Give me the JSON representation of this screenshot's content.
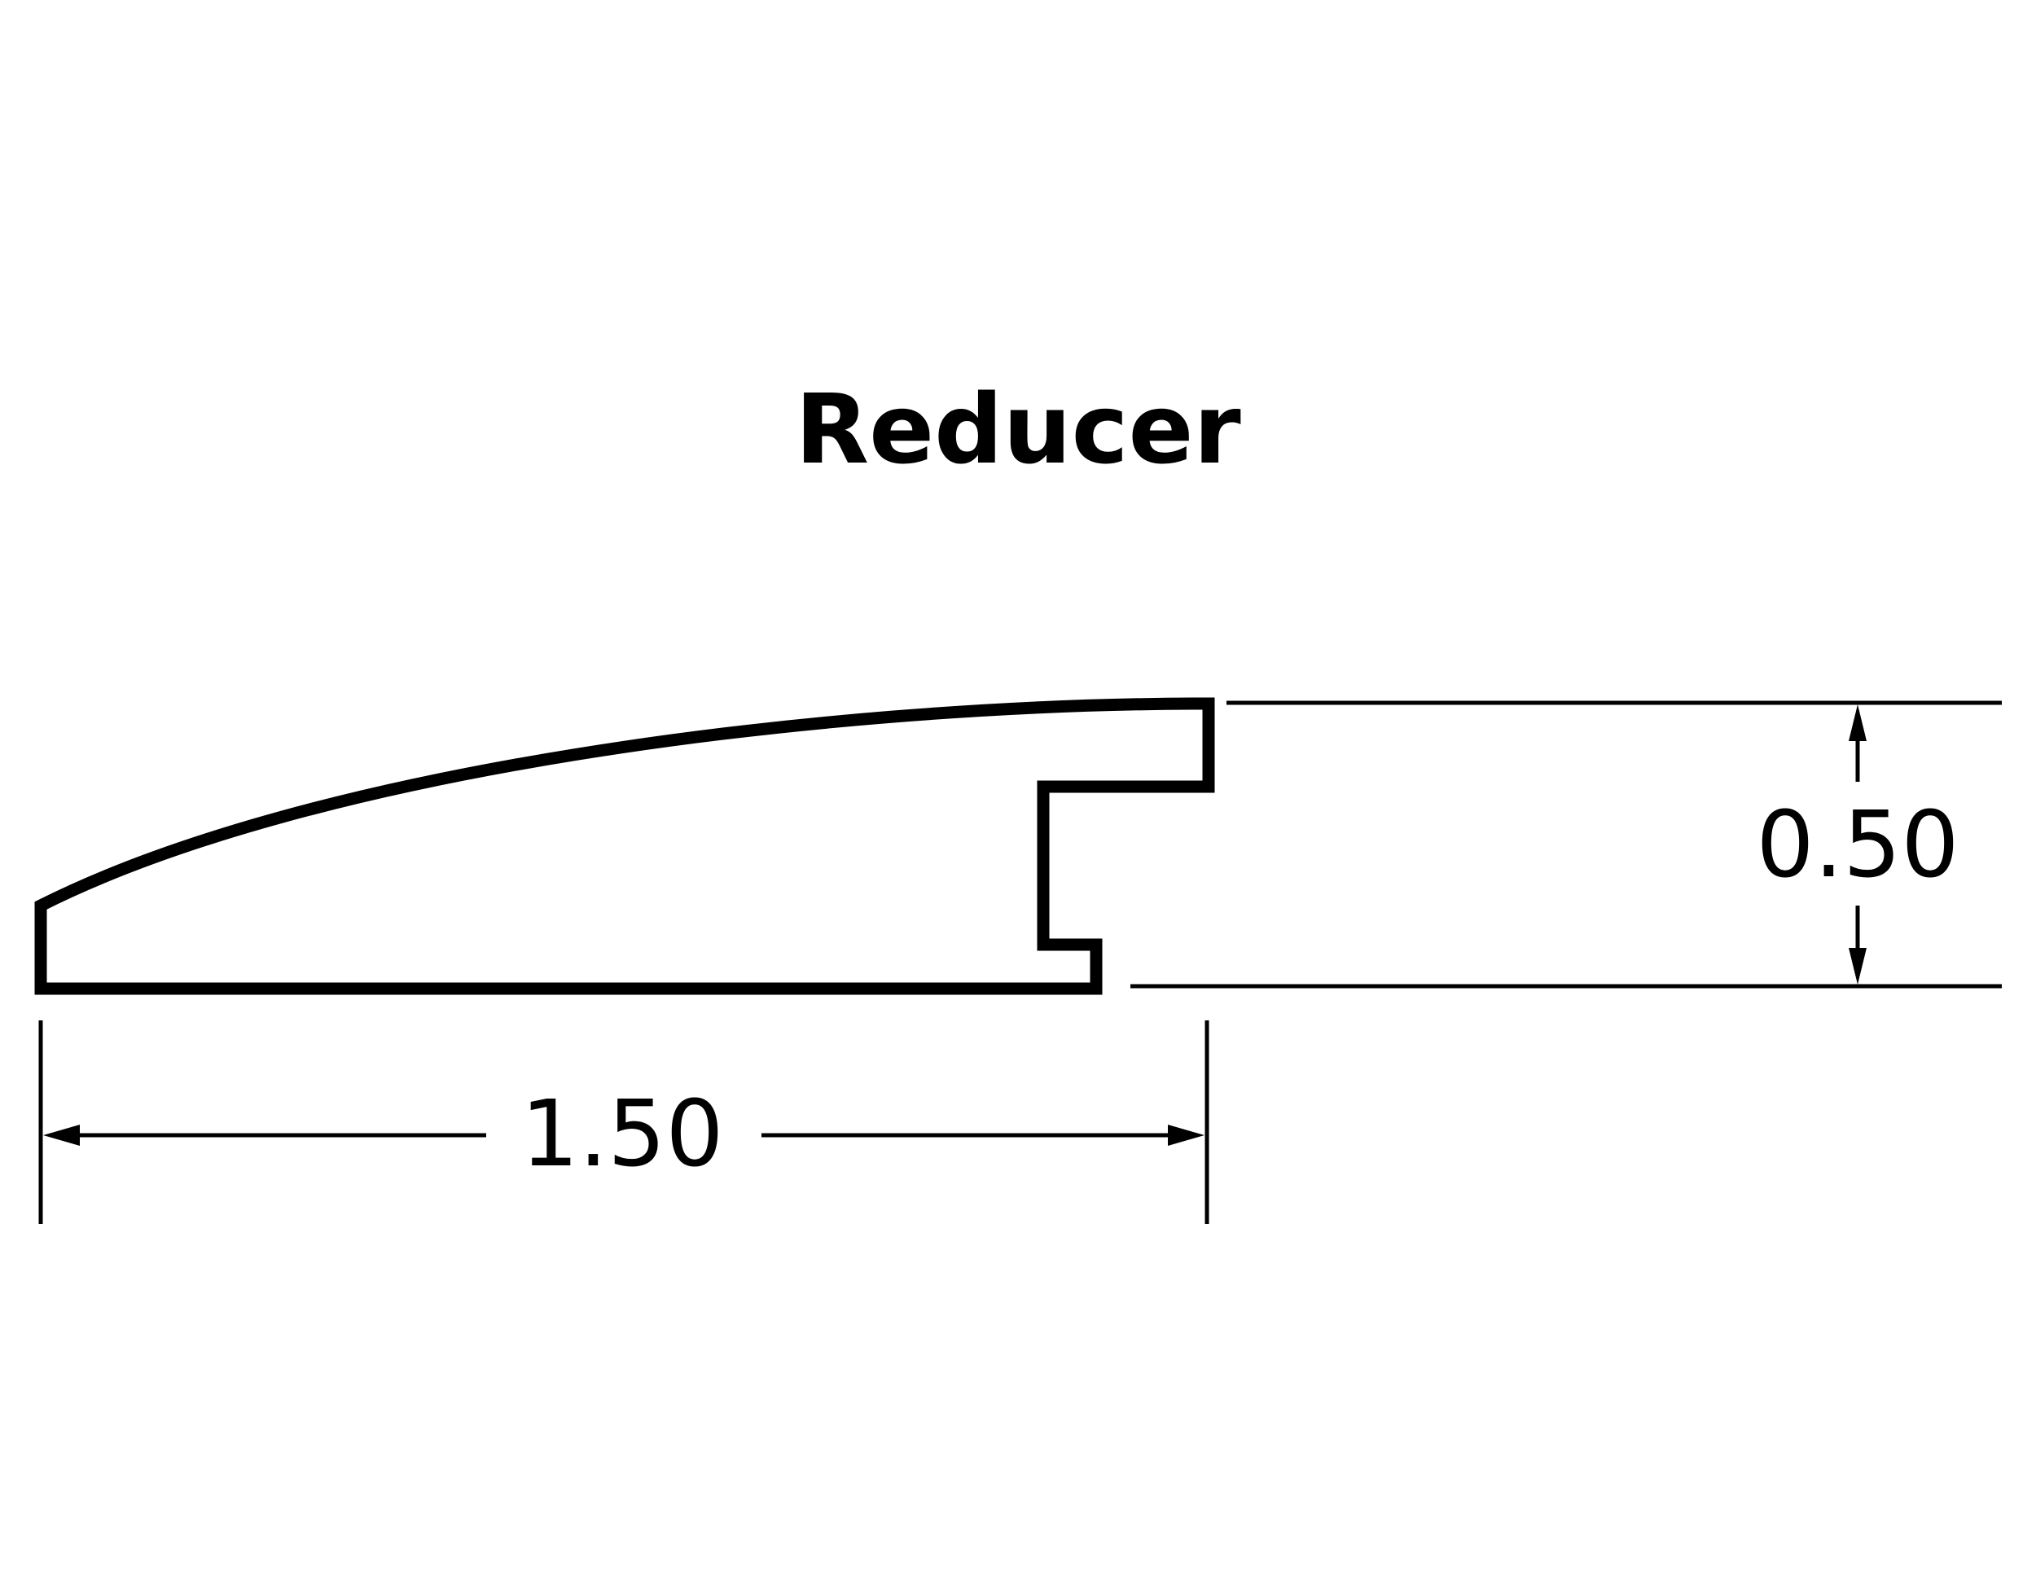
{
  "title": "Reducer",
  "dimensions": {
    "width": "1.50",
    "height": "0.50"
  },
  "colors": {
    "stroke": "#000000",
    "background": "#ffffff"
  }
}
